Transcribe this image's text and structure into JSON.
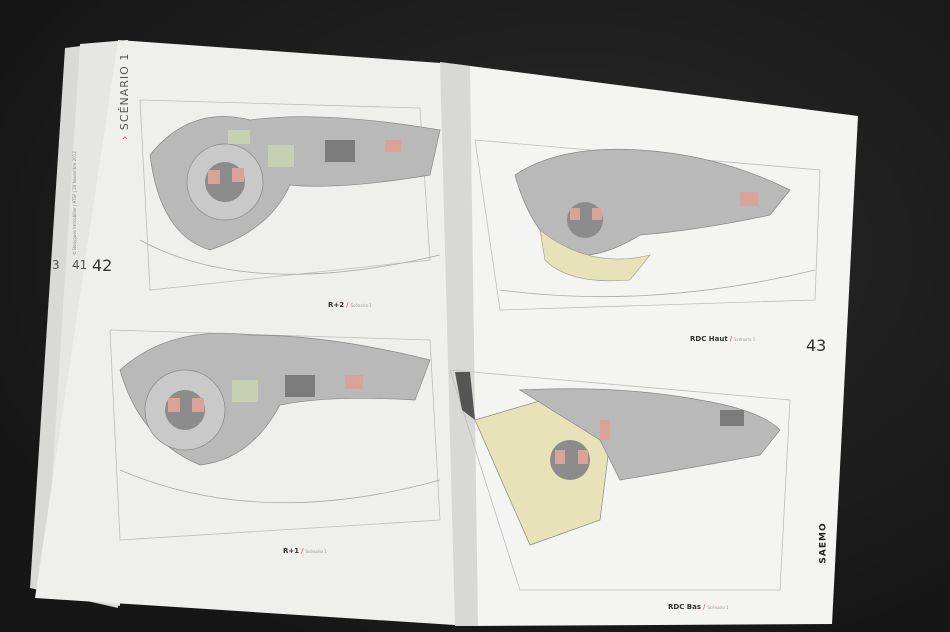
{
  "left_page": {
    "number": "42",
    "prev_numbers": [
      "3",
      "41"
    ],
    "section_title": "SCÉNARIO 1",
    "side_text": "© Bouygues Immobilier  |  ATSP  |  20 Novembre 2012",
    "plans": [
      {
        "label": "R+2",
        "sub": "Scénario 1"
      },
      {
        "label": "R+1",
        "sub": "Scénario 1"
      }
    ]
  },
  "right_page": {
    "number": "43",
    "plans": [
      {
        "label": "RDC Haut",
        "sub": "Scénario 1"
      },
      {
        "label": "RDC Bas",
        "sub": "Scénario 1"
      }
    ],
    "logo": "SAEMO"
  },
  "colors": {
    "paper": "#f2f2f0",
    "floor": "#b9b9b9",
    "dark_floor": "#7b7b7b",
    "accent_pink": "#d9a39a",
    "accent_yellow": "#e8e2b8",
    "accent_green": "#c7d0b0",
    "title_red": "#d64c4c"
  }
}
